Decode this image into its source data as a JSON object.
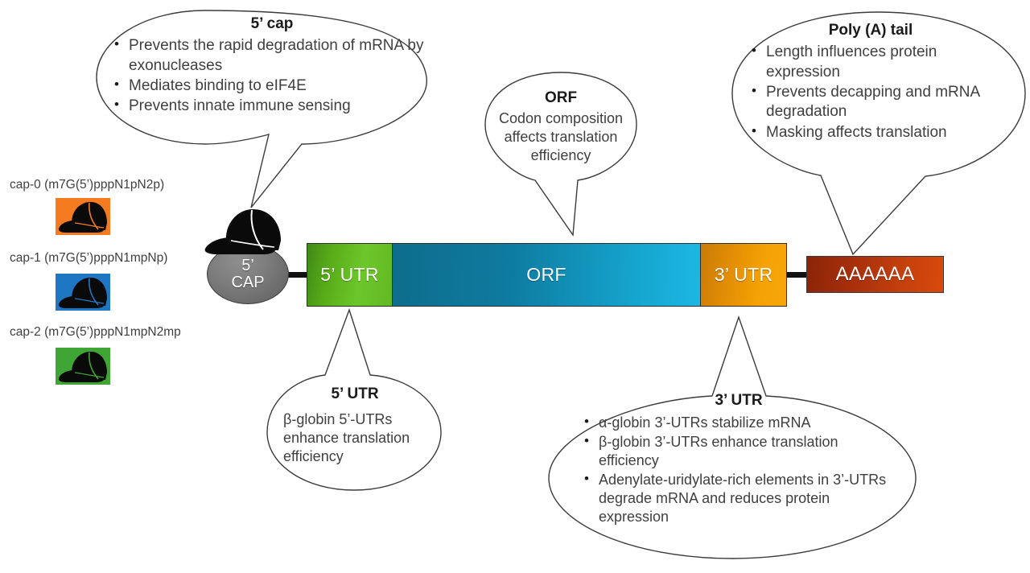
{
  "diagram": {
    "title_implicit": "mRNA structural elements",
    "backbone": {
      "cap_node": {
        "line1": "5’",
        "line2": "CAP"
      },
      "segments": [
        {
          "id": "5utr",
          "label": "5’ UTR",
          "color": "#6cc72a"
        },
        {
          "id": "orf",
          "label": "ORF",
          "color": "#15a6cf"
        },
        {
          "id": "3utr",
          "label": "3’ UTR",
          "color": "#f5a204"
        },
        {
          "id": "polya",
          "label": "AAAAAA",
          "color": "#c4400d"
        }
      ]
    },
    "cap_legend": [
      {
        "label": "cap-0 (m7G(5’)pppN1pN2p)",
        "color": "#f47b20",
        "icon": "baseball-cap-icon"
      },
      {
        "label": "cap-1 (m7G(5’)pppN1mpNp)",
        "color": "#1f77c4",
        "icon": "baseball-cap-icon"
      },
      {
        "label": "cap-2 (m7G(5’)pppN1mpN2mp",
        "color": "#3fa535",
        "icon": "baseball-cap-icon"
      }
    ],
    "callouts": {
      "five_cap": {
        "title": "5’ cap",
        "bullets": [
          "Prevents the rapid degradation of mRNA by exonucleases",
          "Mediates binding to eIF4E",
          "Prevents innate immune sensing"
        ]
      },
      "orf": {
        "title": "ORF",
        "lines": [
          "Codon composition",
          "affects translation",
          "efficiency"
        ]
      },
      "polya": {
        "title": "Poly (A) tail",
        "bullets": [
          "Length influences protein expression",
          "Prevents decapping and mRNA degradation",
          "Masking affects translation"
        ]
      },
      "five_utr": {
        "title": "5’ UTR",
        "lines": [
          "β-globin 5’-UTRs",
          "enhance translation",
          "efficiency"
        ]
      },
      "three_utr": {
        "title": "3’ UTR",
        "bullets": [
          "α-globin 3’-UTRs stabilize mRNA",
          "β-globin 3’-UTRs enhance translation efficiency",
          "Adenylate-uridylate-rich elements in 3’-UTRs degrade mRNA and reduces protein expression"
        ]
      }
    }
  }
}
